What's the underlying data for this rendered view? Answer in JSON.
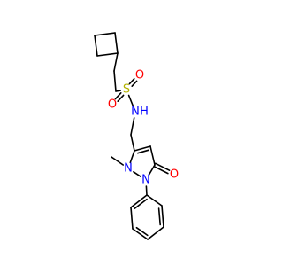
{
  "colors": {
    "bond": "#000000",
    "carbon": "#000000",
    "oxygen": "#ff0000",
    "nitrogen": "#0000ff",
    "sulfur": "#b3b300"
  },
  "atoms": [
    {
      "id": "cb1",
      "element": "C"
    },
    {
      "id": "cb2",
      "element": "C"
    },
    {
      "id": "cb3",
      "element": "C"
    },
    {
      "id": "cb4",
      "element": "C"
    },
    {
      "id": "c_a",
      "element": "C"
    },
    {
      "id": "c_b",
      "element": "C"
    },
    {
      "id": "s1",
      "element": "S",
      "label": "S"
    },
    {
      "id": "o1",
      "element": "O",
      "label": "O"
    },
    {
      "id": "o2",
      "element": "O",
      "label": "O"
    },
    {
      "id": "n_sulf",
      "element": "N",
      "label": "N",
      "label_h": "H"
    },
    {
      "id": "c_ch2",
      "element": "C"
    },
    {
      "id": "c5",
      "element": "C"
    },
    {
      "id": "c4",
      "element": "C"
    },
    {
      "id": "c3",
      "element": "C"
    },
    {
      "id": "o3",
      "element": "O",
      "label": "O"
    },
    {
      "id": "n1",
      "element": "N",
      "label": "N"
    },
    {
      "id": "n2",
      "element": "N",
      "label": "N"
    },
    {
      "id": "c_me",
      "element": "C"
    },
    {
      "id": "ph1",
      "element": "C"
    },
    {
      "id": "ph2",
      "element": "C"
    },
    {
      "id": "ph3",
      "element": "C"
    },
    {
      "id": "ph4",
      "element": "C"
    },
    {
      "id": "ph5",
      "element": "C"
    },
    {
      "id": "ph6",
      "element": "C"
    }
  ],
  "bonds": [
    {
      "a": "cb1",
      "b": "cb2",
      "order": 1
    },
    {
      "a": "cb2",
      "b": "cb3",
      "order": 1
    },
    {
      "a": "cb3",
      "b": "cb4",
      "order": 1
    },
    {
      "a": "cb4",
      "b": "cb1",
      "order": 1
    },
    {
      "a": "cb3",
      "b": "c_a",
      "order": 1
    },
    {
      "a": "c_a",
      "b": "c_b",
      "order": 1
    },
    {
      "a": "c_b",
      "b": "s1",
      "order": 1
    },
    {
      "a": "s1",
      "b": "o1",
      "order": 2
    },
    {
      "a": "s1",
      "b": "o2",
      "order": 2
    },
    {
      "a": "s1",
      "b": "n_sulf",
      "order": 1
    },
    {
      "a": "n_sulf",
      "b": "c_ch2",
      "order": 1
    },
    {
      "a": "c_ch2",
      "b": "c5",
      "order": 1
    },
    {
      "a": "c5",
      "b": "c4",
      "order": 2
    },
    {
      "a": "c4",
      "b": "c3",
      "order": 1
    },
    {
      "a": "c3",
      "b": "o3",
      "order": 2
    },
    {
      "a": "c3",
      "b": "n1",
      "order": 1
    },
    {
      "a": "n1",
      "b": "n2",
      "order": 1
    },
    {
      "a": "n2",
      "b": "c5",
      "order": 1
    },
    {
      "a": "n2",
      "b": "c_me",
      "order": 1
    },
    {
      "a": "n1",
      "b": "ph1",
      "order": 1
    },
    {
      "a": "ph1",
      "b": "ph2",
      "order": 2
    },
    {
      "a": "ph2",
      "b": "ph3",
      "order": 1
    },
    {
      "a": "ph3",
      "b": "ph4",
      "order": 2
    },
    {
      "a": "ph4",
      "b": "ph5",
      "order": 1
    },
    {
      "a": "ph5",
      "b": "ph6",
      "order": 2
    },
    {
      "a": "ph6",
      "b": "ph1",
      "order": 1
    }
  ]
}
